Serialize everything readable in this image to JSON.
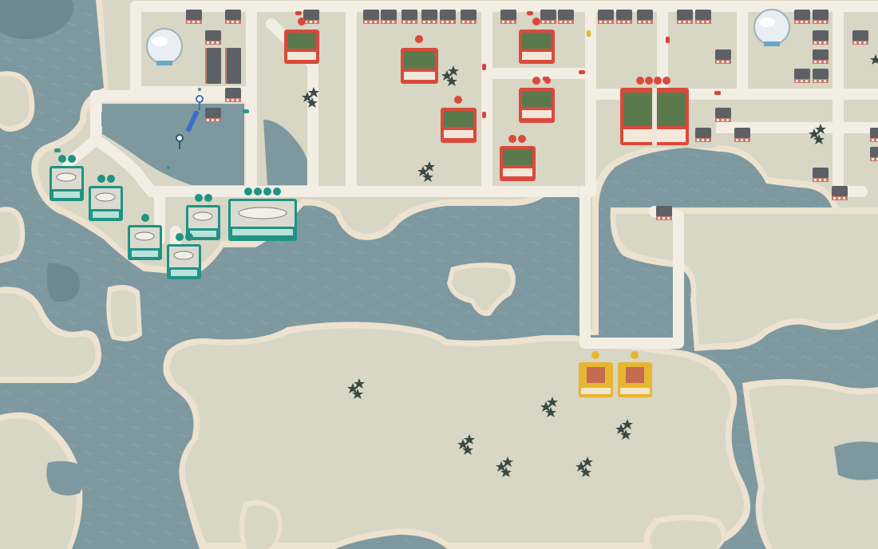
{
  "game": {
    "palette": {
      "water": "#7e98a0",
      "water_shadow": "#6e8890",
      "land": "#d8d6c4",
      "shore": "#ece2cf",
      "road": "#f3eee4",
      "house_roof": "#5d6165",
      "house_wall": "#c77a6e",
      "red_building": "#d94a3c",
      "teal_building": "#1f9384",
      "yellow_building": "#e8b532",
      "tree": "#3b4a43",
      "car_red": "#d9453c",
      "car_teal": "#2a9a8a",
      "selection_blue": "#3a6fc4"
    },
    "buildings": {
      "red_count": 6,
      "teal_count": 5,
      "yellow_count": 2,
      "water_towers": 2
    },
    "demand_pins": {
      "red": [
        1,
        1,
        1,
        2,
        1,
        2,
        4
      ],
      "teal": [
        2,
        2,
        1,
        2,
        2,
        4
      ],
      "yellow": [
        1,
        1
      ]
    }
  }
}
